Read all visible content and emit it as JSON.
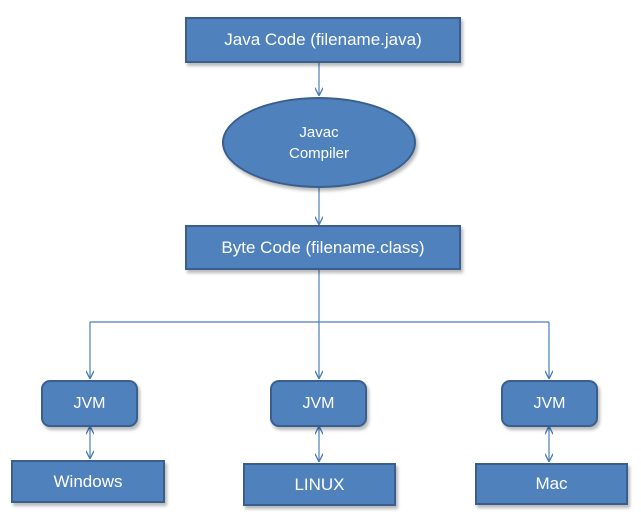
{
  "diagram": {
    "source": {
      "label": "Java Code (filename.java)"
    },
    "compiler": {
      "line1": "Javac",
      "line2": "Compiler"
    },
    "bytecode": {
      "label": "Byte Code (filename.class)"
    },
    "jvms": [
      {
        "label": "JVM",
        "platform": "Windows"
      },
      {
        "label": "JVM",
        "platform": "LINUX"
      },
      {
        "label": "JVM",
        "platform": "Mac"
      }
    ]
  },
  "colors": {
    "node_fill": "#4f81bd",
    "node_border": "#3a5f8e",
    "connector": "#4a7ebb",
    "text": "#ffffff"
  }
}
